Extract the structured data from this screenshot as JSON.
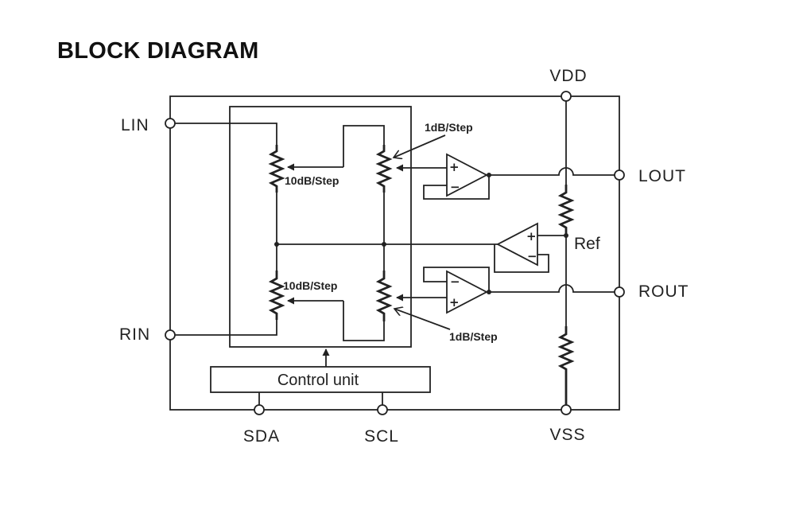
{
  "title": "BLOCK DIAGRAM",
  "pins": {
    "vdd": "VDD",
    "lin": "LIN",
    "rin": "RIN",
    "lout": "LOUT",
    "rout": "ROUT",
    "sda": "SDA",
    "scl": "SCL",
    "vss": "VSS"
  },
  "labels": {
    "step_fine_top": "1dB/Step",
    "step_fine_bottom": "1dB/Step",
    "step_coarse_top": "10dB/Step",
    "step_coarse_bottom": "10dB/Step",
    "ref": "Ref",
    "control_unit": "Control unit",
    "plus": "+",
    "minus": "−"
  }
}
